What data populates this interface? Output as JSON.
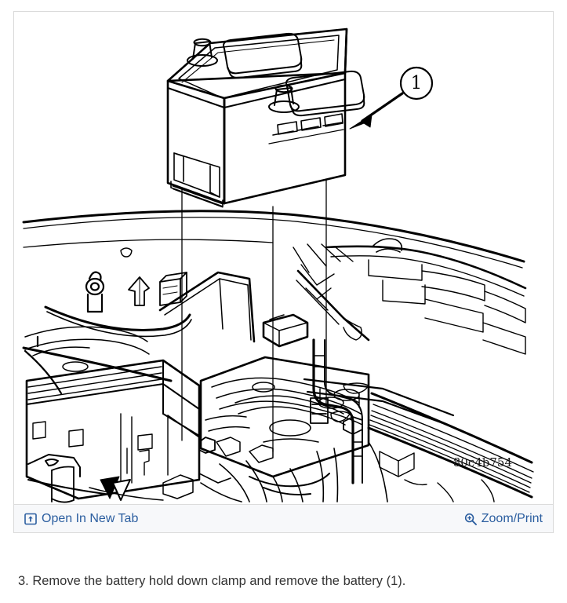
{
  "figure": {
    "image_id": "80c4b754",
    "callout_number": "1",
    "alt_description": "Line drawing of a vehicle battery above an engine compartment, with alignment lines showing the battery tray location"
  },
  "toolbar": {
    "open_new_tab": {
      "label": "Open In New Tab",
      "icon": "external-link-icon"
    },
    "zoom_print": {
      "label": "Zoom/Print",
      "icon": "magnifier-plus-icon"
    }
  },
  "caption": {
    "text": "3. Remove the battery hold down clamp and remove the battery (1)."
  },
  "colors": {
    "link": "#2a5d9f",
    "toolbar_bg": "#f7f8fa",
    "frame_border": "#d9d9d9",
    "line_art": "#000000",
    "caption_text": "#333333"
  }
}
